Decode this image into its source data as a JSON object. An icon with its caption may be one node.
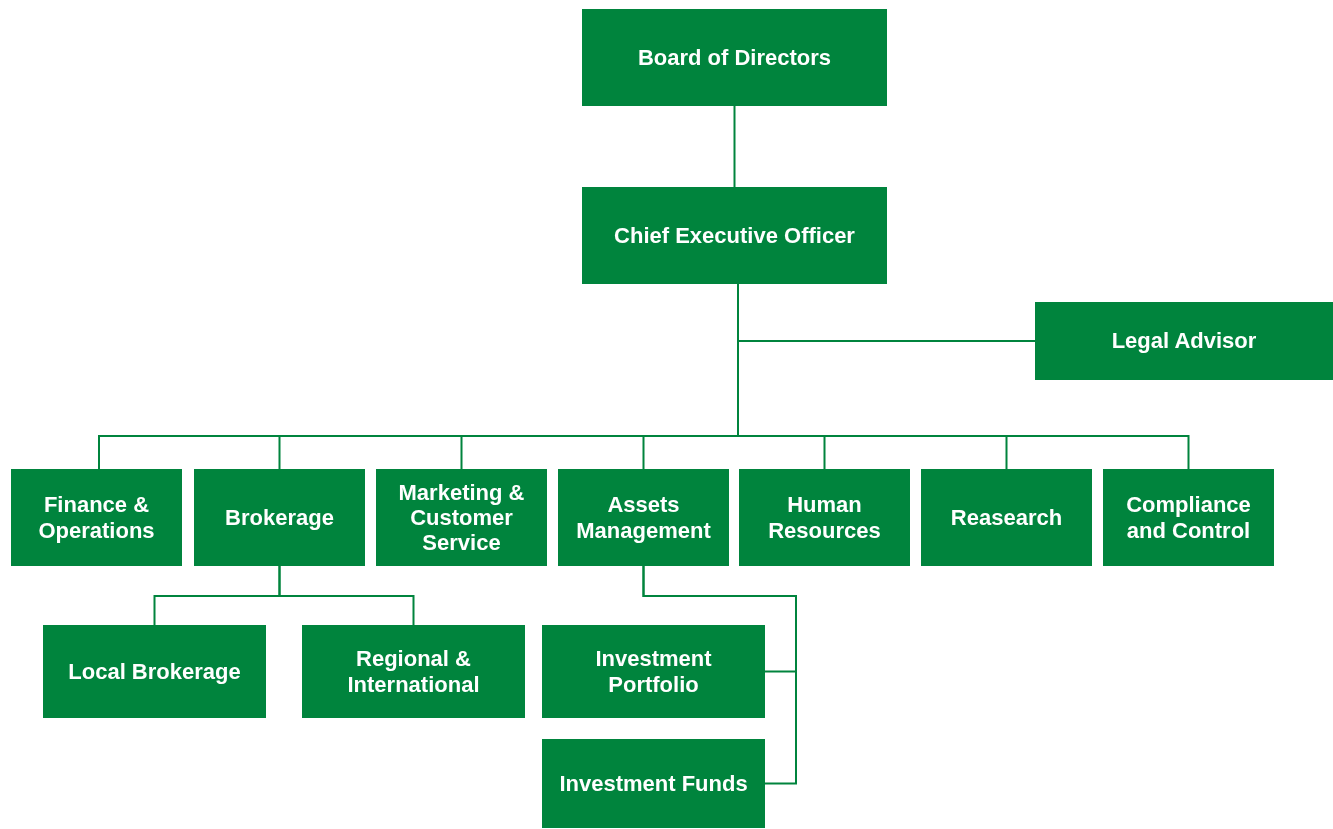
{
  "diagram": {
    "nodes": [
      {
        "text": [
          "Board of Directors"
        ]
      },
      {
        "text": [
          "Chief Executive Officer"
        ]
      },
      {
        "text": [
          "Legal Advisor"
        ]
      },
      {
        "text": [
          "Finance & Operations"
        ]
      },
      {
        "text": [
          "Brokerage"
        ]
      },
      {
        "text": [
          "Marketing & Customer Service"
        ]
      },
      {
        "text": [
          "Assets Management"
        ]
      },
      {
        "text": [
          "Human Resources"
        ]
      },
      {
        "text": [
          "Reasearch"
        ]
      },
      {
        "text": [
          "Compliance and Control"
        ]
      },
      {
        "text": [
          "Local Brokerage"
        ]
      },
      {
        "text": [
          "Regional & International"
        ]
      },
      {
        "text": [
          "Investment Portfolio"
        ]
      },
      {
        "text": [
          "Investment Funds"
        ]
      }
    ],
    "edges": [
      {
        "from": 0,
        "to": 1,
        "arrow": "none"
      },
      {
        "from": 1,
        "to": 2,
        "arrow": "none"
      },
      {
        "from": 1,
        "to": 3,
        "arrow": "none"
      },
      {
        "from": 1,
        "to": 4,
        "arrow": "none"
      },
      {
        "from": 1,
        "to": 5,
        "arrow": "none"
      },
      {
        "from": 1,
        "to": 6,
        "arrow": "none"
      },
      {
        "from": 1,
        "to": 7,
        "arrow": "none"
      },
      {
        "from": 1,
        "to": 8,
        "arrow": "none"
      },
      {
        "from": 1,
        "to": 9,
        "arrow": "none"
      },
      {
        "from": 4,
        "to": 10,
        "arrow": "none"
      },
      {
        "from": 4,
        "to": 11,
        "arrow": "none"
      },
      {
        "from": 6,
        "to": 12,
        "arrow": "none"
      },
      {
        "from": 6,
        "to": 13,
        "arrow": "none"
      }
    ]
  }
}
